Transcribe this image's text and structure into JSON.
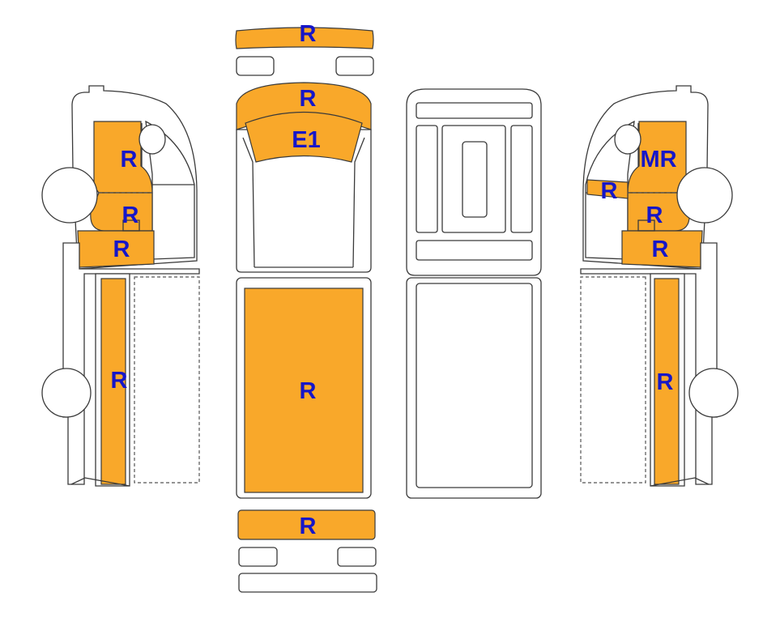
{
  "colors": {
    "zone_fill": "#F9A82A",
    "label": "#1616C8",
    "outline": "#3A3A3A"
  },
  "labels": {
    "top_bumper": "R",
    "top_hood": "R",
    "top_windshield": "E1",
    "top_roof": "R",
    "top_rear": "R",
    "left_upper": "R",
    "left_middle": "R",
    "left_lower": "R",
    "left_bed": "R",
    "right_upper": "MR",
    "right_mirror": "R",
    "right_middle": "R",
    "right_lower": "R",
    "right_bed": "R"
  }
}
